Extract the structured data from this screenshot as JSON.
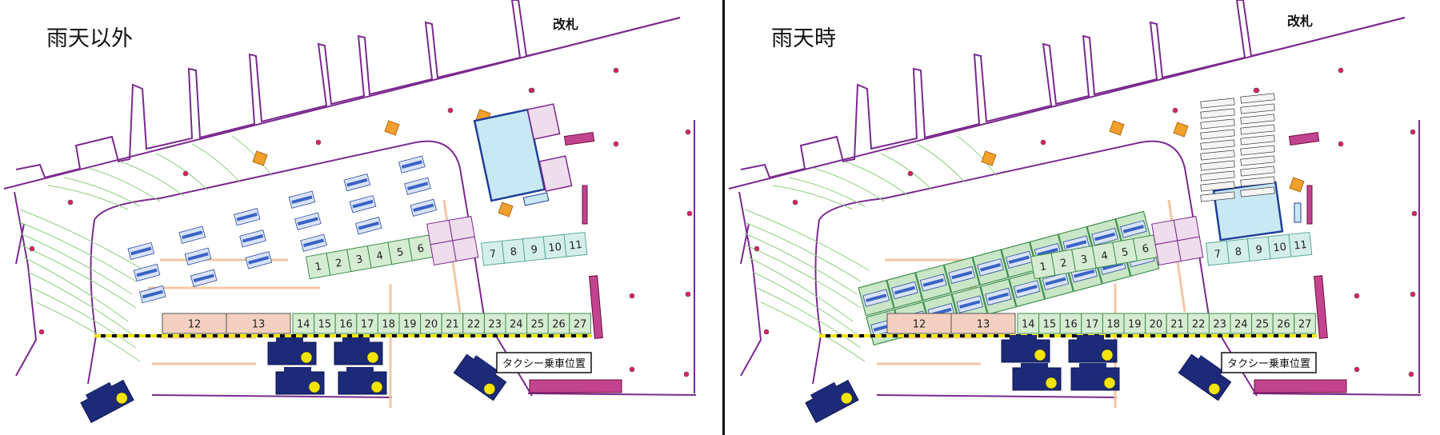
{
  "panels": [
    {
      "title": "雨天以外",
      "gate_label": "改札",
      "taxi_label": "タクシー乗車位置",
      "variant": "normal",
      "booths_row1": [
        "1",
        "2",
        "3",
        "4",
        "5",
        "6"
      ],
      "booths_row2": [
        "7",
        "8",
        "9",
        "10",
        "11"
      ],
      "booths_row3_pink": [
        "12",
        "13"
      ],
      "booths_row3_green": [
        "14",
        "15",
        "16",
        "17",
        "18",
        "19",
        "20",
        "21",
        "22",
        "23",
        "24",
        "25",
        "26",
        "27"
      ]
    },
    {
      "title": "雨天時",
      "gate_label": "改札",
      "taxi_label": "タクシー乗車位置",
      "variant": "rain",
      "booths_row1": [
        "1",
        "2",
        "3",
        "4",
        "5",
        "6"
      ],
      "booths_row2": [
        "7",
        "8",
        "9",
        "10",
        "11"
      ],
      "booths_row3_pink": [
        "12",
        "13"
      ],
      "booths_row3_green": [
        "14",
        "15",
        "16",
        "17",
        "18",
        "19",
        "20",
        "21",
        "22",
        "23",
        "24",
        "25",
        "26",
        "27"
      ]
    }
  ],
  "colors": {
    "building": "#7a2a8e",
    "booth_green": "#d6ecd2",
    "booth_green_stroke": "#3f8f4c",
    "booth_teal": "#d4efe9",
    "booth_teal_stroke": "#5aa89a",
    "booth_pink": "#f4d0c0",
    "lilac": "#efdcec",
    "magenta": "#c2448e",
    "tent_fill": "#c8e8f4",
    "tent_stroke": "#1f3f9a",
    "taxi_navy": "#1c2a78",
    "light_yellow": "#f2e600",
    "cone_orange": "#f1a02c",
    "parking_line": "#8fcf7e",
    "orange_path": "#f3c7a4"
  },
  "icons": [
    "taxi-icon",
    "traffic-cone-icon",
    "table-set-icon",
    "tent-icon"
  ]
}
